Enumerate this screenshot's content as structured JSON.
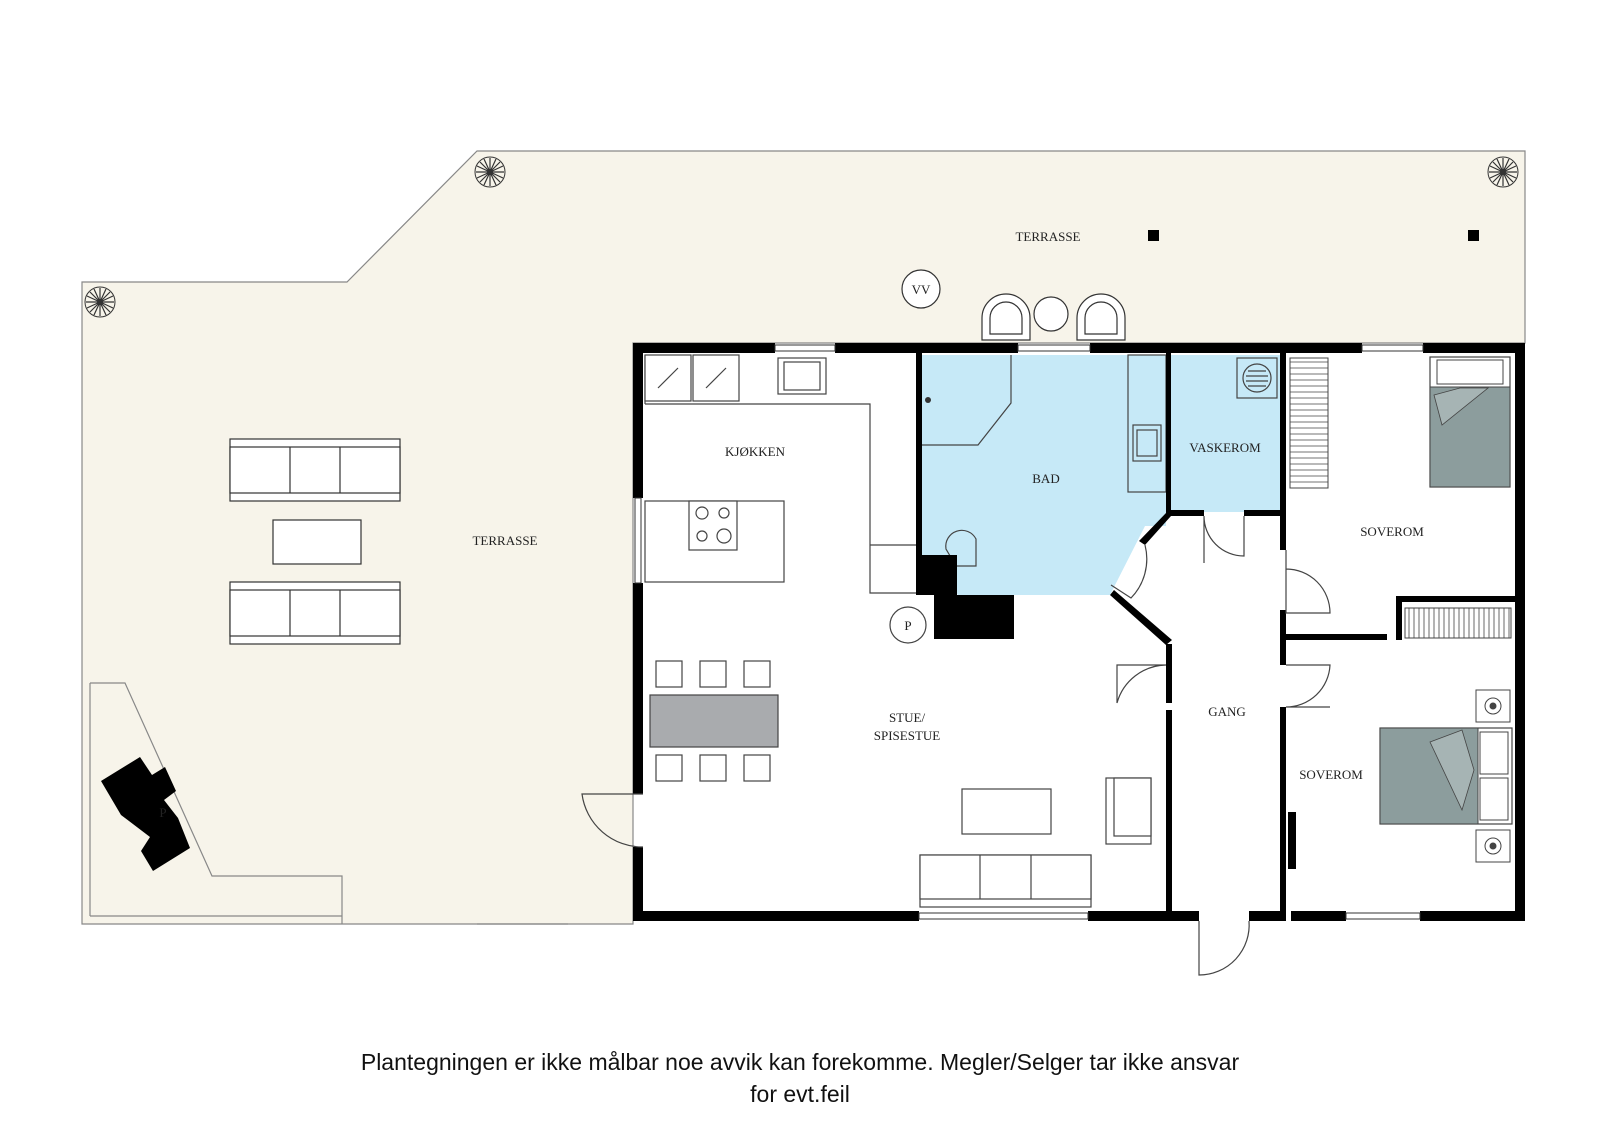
{
  "rooms": {
    "terrasse_top": "TERRASSE",
    "terrasse_left": "TERRASSE",
    "kjokken": "KJØKKEN",
    "bad": "BAD",
    "vaskerom": "VASKEROM",
    "soverom_1": "SOVEROM",
    "soverom_2": "SOVEROM",
    "stue_line1": "STUE/",
    "stue_line2": "SPISESTUE",
    "gang": "GANG"
  },
  "symbols": {
    "vv": "VV",
    "p_indoor": "P",
    "p_outdoor": "P"
  },
  "disclaimer": {
    "line1": "Plantegningen er ikke målbar noe avvik kan forekomme. Megler/Selger tar ikke ansvar",
    "line2": "for evt.feil"
  },
  "colors": {
    "terrace": "#f7f4ea",
    "wet_room": "#c6e9f7",
    "bed": "#8c9d9d",
    "table": "#a9abae",
    "wall": "#000000"
  }
}
